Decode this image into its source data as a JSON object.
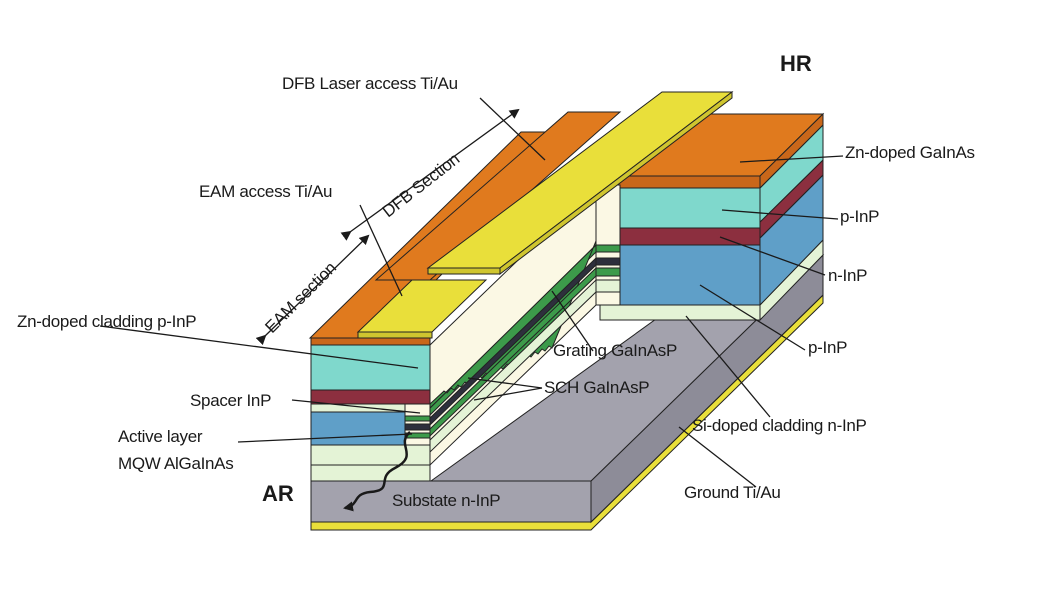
{
  "labels": {
    "hr": "HR",
    "ar": "AR",
    "dfb_laser_access": "DFB Laser access Ti/Au",
    "dfb_section": "DFB Section",
    "eam_access": "EAM access Ti/Au",
    "eam_section": "EAM section",
    "zn_doped_cladding": "Zn-doped cladding p-InP",
    "spacer": "Spacer InP",
    "active_layer": "Active layer",
    "mqw": "MQW AlGaInAs",
    "substrate": "Substate n-InP",
    "zn_doped_gainas": "Zn-doped GaInAs",
    "p_inp_top": "p-InP",
    "n_inp": "n-InP",
    "p_inp_bottom": "p-InP",
    "grating": "Grating GaInAsP",
    "sch": "SCH GaInAsP",
    "si_doped_cladding": "Si-doped cladding n-InP",
    "ground": "Ground Ti/Au"
  },
  "colors": {
    "orange": "#e07a1e",
    "yellow": "#e9df3a",
    "turquoise": "#7fd8cc",
    "maroon": "#8c2f3f",
    "steel_blue": "#5f9fc8",
    "pale_green": "#e4f3d6",
    "cream": "#fbf8e4",
    "gray": "#a3a2ad",
    "green": "#3c9a4a",
    "dark": "#2d2f3c"
  }
}
